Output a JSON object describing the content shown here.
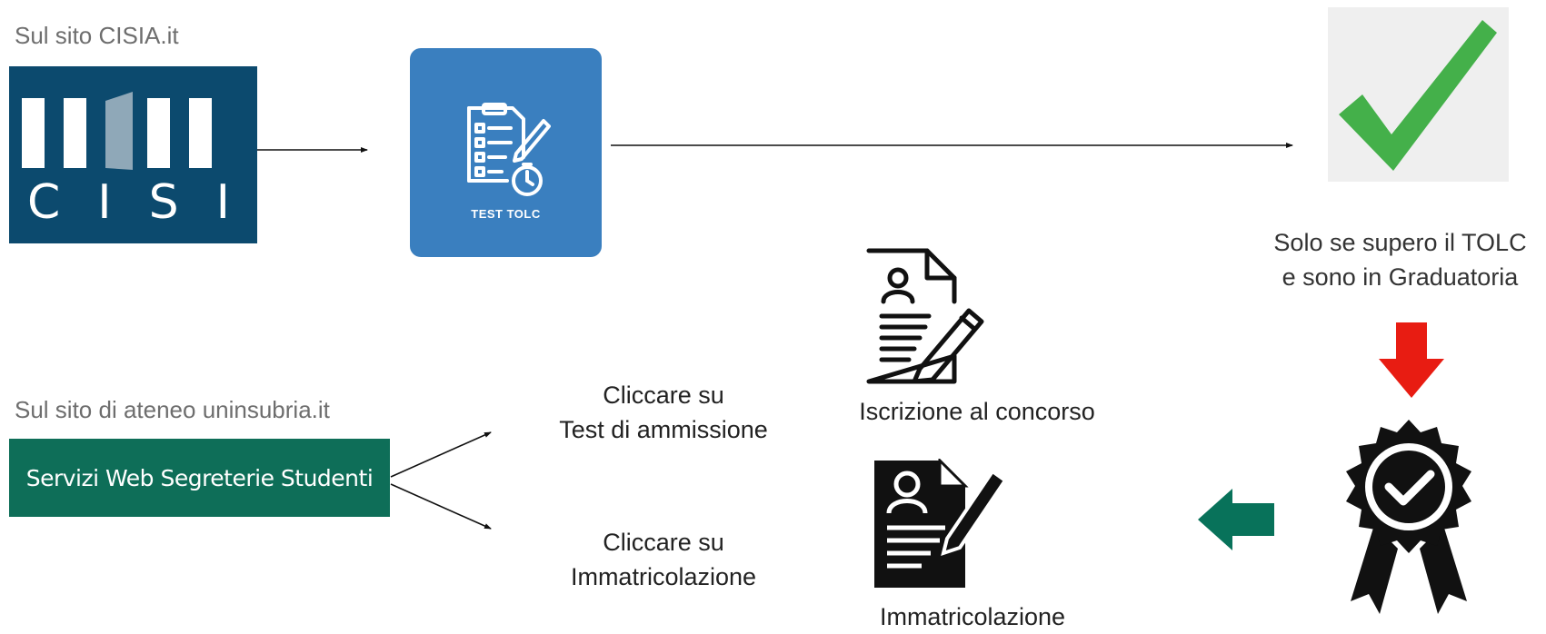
{
  "cisia": {
    "site_caption": "Sul sito CISIA.it",
    "logo_text": "CISIA"
  },
  "tolc": {
    "label": "TEST TOLC"
  },
  "condition": {
    "line1": "Solo se supero il TOLC",
    "line2": "e sono in Graduatoria"
  },
  "ateneo": {
    "site_caption": "Sul sito di ateneo uninsubria.it",
    "banner_label": "Servizi Web Segreterie Studenti"
  },
  "steps": {
    "ammissione_line1": "Cliccare su",
    "ammissione_line2": "Test di ammissione",
    "immatricolazione_line1": "Cliccare su",
    "immatricolazione_line2": "Immatricolazione"
  },
  "documents": {
    "iscrizione_label": "Iscrizione al concorso",
    "immatricolazione_label": "Immatricolazione"
  },
  "colors": {
    "cisia_bg": "#0c4a6e",
    "tolc_bg": "#3a7fbf",
    "check_bg": "#efefef",
    "check_green": "#44b04a",
    "servizi_bg": "#0e6e58",
    "red_arrow": "#e81c12",
    "green_arrow": "#08725a"
  }
}
